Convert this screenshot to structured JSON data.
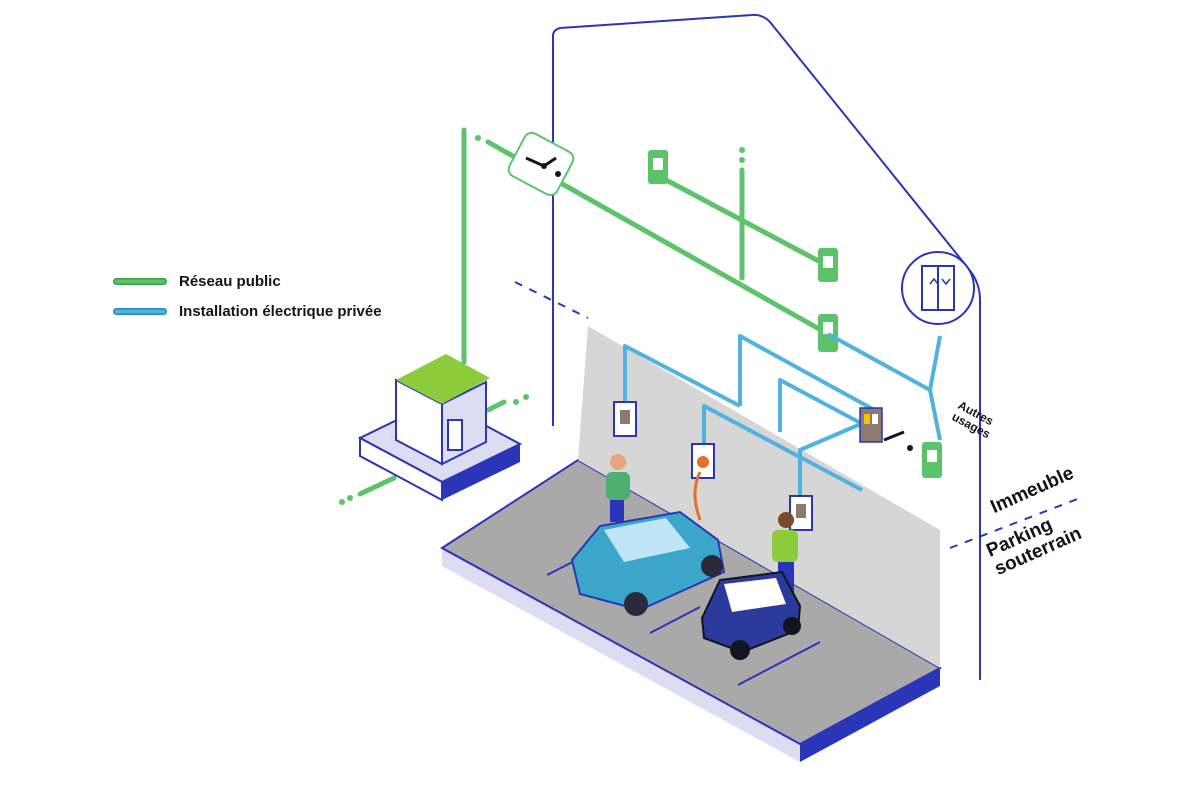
{
  "legend": {
    "items": [
      {
        "label": "Réseau public",
        "color": "#5cc36a"
      },
      {
        "label": "Installation électrique privée",
        "color": "#4fb3dd"
      }
    ]
  },
  "labels": {
    "building": "Immeuble",
    "parking": "Parking souterrain",
    "other_uses": "Autres usages"
  },
  "colors": {
    "navy": "#2a35b8",
    "public_network": "#5cc36a",
    "private_install": "#4fb3dd",
    "floor": "#a9a9a9",
    "wall": "#d2d2d2",
    "ramp": "#dcdcf2",
    "car": "#3ba6c9",
    "small_car": "#2b3a9c"
  }
}
